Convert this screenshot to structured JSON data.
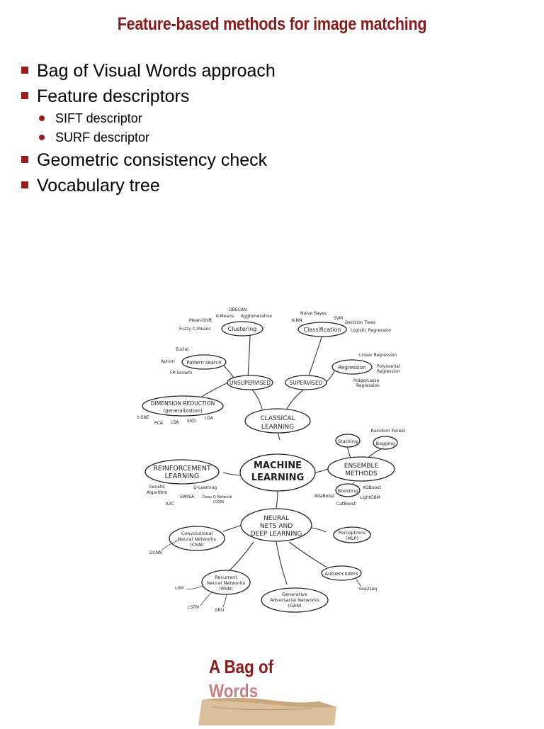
{
  "slide": {
    "title": "Feature-based methods for image matching",
    "bullets": [
      {
        "text": "Bag of Visual Words approach",
        "sub": []
      },
      {
        "text": "Feature descriptors",
        "sub": [
          "SIFT descriptor",
          "SURF descriptor"
        ]
      },
      {
        "text": "Geometric consistency check",
        "sub": []
      },
      {
        "text": "Vocabulary tree",
        "sub": []
      }
    ],
    "colors": {
      "title": "#8b1a1a",
      "bullet": "#9c1c1c"
    }
  },
  "mindmap": {
    "center": [
      "MACHINE",
      "LEARNING"
    ],
    "classical": [
      "CLASSICAL",
      "LEARNING"
    ],
    "unsupervised": "UNSUPERVISED",
    "supervised": "SUPERVISED",
    "clustering": "Clustering",
    "clustering_items": [
      "DBSCAN",
      "K-Means",
      "Agglomerative",
      "Mean-Shift",
      "Fuzzy C-Means"
    ],
    "classification": "Classification",
    "classification_items": [
      "Naive Bayes",
      "K-NN",
      "SVM",
      "Decision Trees",
      "Logistic Regression"
    ],
    "pattern_search": "Pattern search",
    "pattern_items": [
      "Euclat",
      "Apriori",
      "FP-Growth"
    ],
    "regression": "Regression",
    "regression_items": [
      "Linear Regression",
      "Polynomial",
      "Regression",
      "Ridge/Lasso",
      "Regression"
    ],
    "dimension": [
      "DIMENSION REDUCTION",
      "(generalization)"
    ],
    "dimension_items": [
      "t-SNE",
      "PCA",
      "LSA",
      "SVD",
      "LDA"
    ],
    "reinforcement": [
      "REINFORCEMENT",
      "LEARNING"
    ],
    "reinforcement_items": [
      "Genetic",
      "Algorithm",
      "Q-Learning",
      "SARSA",
      "Deep Q-Network",
      "(DQN)",
      "A3C"
    ],
    "ensemble": [
      "ENSEMBLE",
      "METHODS"
    ],
    "stacking": "Stacking",
    "bagging": "Bagging",
    "random_forest": "Random Forest",
    "boosting": "Boosting",
    "boosting_items": [
      "XGBoost",
      "AdaBoost",
      "LightGBM",
      "CatBoost"
    ],
    "neural": [
      "NEURAL",
      "NETS AND",
      "DEEP LEARNING"
    ],
    "cnn": [
      "Convolutional",
      "Neural Networks",
      "(CNN)"
    ],
    "dcnn": "DCNN",
    "perceptrons": [
      "Perceptrons",
      "(MLP)"
    ],
    "rnn": [
      "Recurrent",
      "Neural Networks",
      "(RNN)"
    ],
    "rnn_items": [
      "LSM",
      "LSTM",
      "GRU"
    ],
    "autoencoders": "Autoencoders",
    "seq2seq": "seq2seq",
    "gan": [
      "Generative",
      "Adversarial Networks",
      "(GAN)"
    ]
  },
  "bow_caption": {
    "line1": "A Bag of",
    "line2": "Words"
  }
}
